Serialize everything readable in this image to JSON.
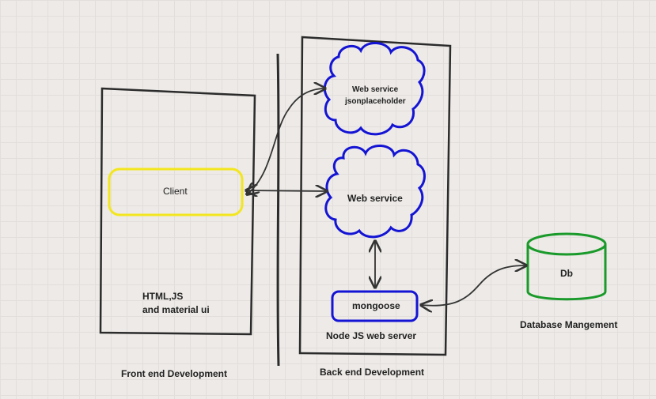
{
  "frontend": {
    "client_label": "Client",
    "tech_line1": "HTML,JS",
    "tech_line2": "and material ui",
    "caption": "Front end Development"
  },
  "backend": {
    "service1_line1": "Web service",
    "service1_line2": "jsonplaceholder",
    "service2_label": "Web service",
    "mongoose_label": "mongoose",
    "server_label": "Node JS web server",
    "caption": "Back end Development"
  },
  "database": {
    "db_label": "Db",
    "caption": "Database Mangement"
  },
  "colors": {
    "client_border": "#f3e61e",
    "service_border": "#1414d4",
    "db_border": "#1a9a2a",
    "line": "#333333"
  }
}
